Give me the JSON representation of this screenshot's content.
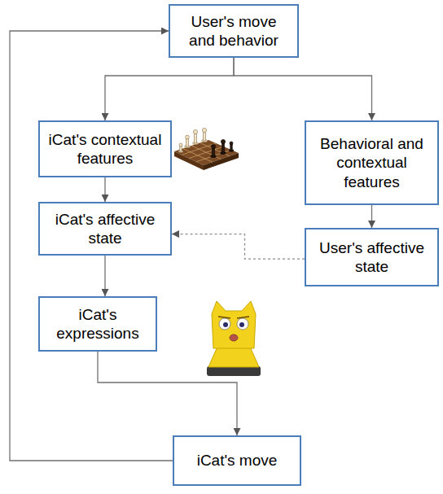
{
  "diagram": {
    "nodes": [
      {
        "text": [
          "User's move and behavior"
        ]
      },
      {
        "text": [
          "iCat's contextual features"
        ]
      },
      {
        "text": [
          "Behavioral and contextual features"
        ]
      },
      {
        "text": [
          "iCat's affective state"
        ]
      },
      {
        "text": [
          "User's affective state"
        ]
      },
      {
        "text": [
          "iCat's expressions"
        ]
      },
      {
        "text": [
          "iCat's move"
        ]
      }
    ],
    "edges": [
      {
        "from": 0,
        "to": 1,
        "arrow": "to"
      },
      {
        "from": 0,
        "to": 2,
        "arrow": "to"
      },
      {
        "from": 1,
        "to": 3,
        "arrow": "to"
      },
      {
        "from": 2,
        "to": 4,
        "arrow": "to"
      },
      {
        "from": 4,
        "to": 3,
        "arrow": "to"
      },
      {
        "from": 3,
        "to": 5,
        "arrow": "to"
      },
      {
        "from": 5,
        "to": 6,
        "arrow": "to"
      },
      {
        "from": 6,
        "to": 0,
        "arrow": "to"
      }
    ]
  }
}
